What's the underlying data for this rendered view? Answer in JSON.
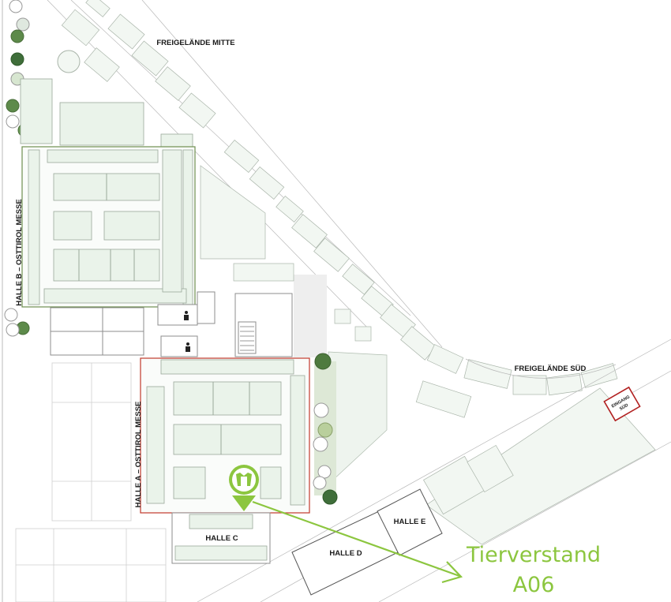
{
  "labels": {
    "freigelaende_mitte": "FREIGELÄNDE MITTE",
    "freigelaende_sued": "FREIGELÄNDE SÜD",
    "halle_b": "HALLE B – OSTTIROL MESSE",
    "halle_a": "HALLE A – OSTTIROL MESSE",
    "halle_c": "HALLE C",
    "halle_d": "HALLE D",
    "halle_e": "HALLE E",
    "eingang_line1": "EINGANG",
    "eingang_line2": "SÜD"
  },
  "callout": {
    "line1": "Tierverstand",
    "line2": "A06"
  },
  "colors": {
    "accent_green": "#8cc63f",
    "hall_a_border": "#c0392b",
    "hall_b_border": "#6f8f4f",
    "entrance_border": "#b22222",
    "block_fill": "#eaf3ea"
  },
  "icons": {
    "marker": "map-pin-icon",
    "restroom_1": "restroom-icon",
    "restroom_2": "restroom-icon"
  }
}
